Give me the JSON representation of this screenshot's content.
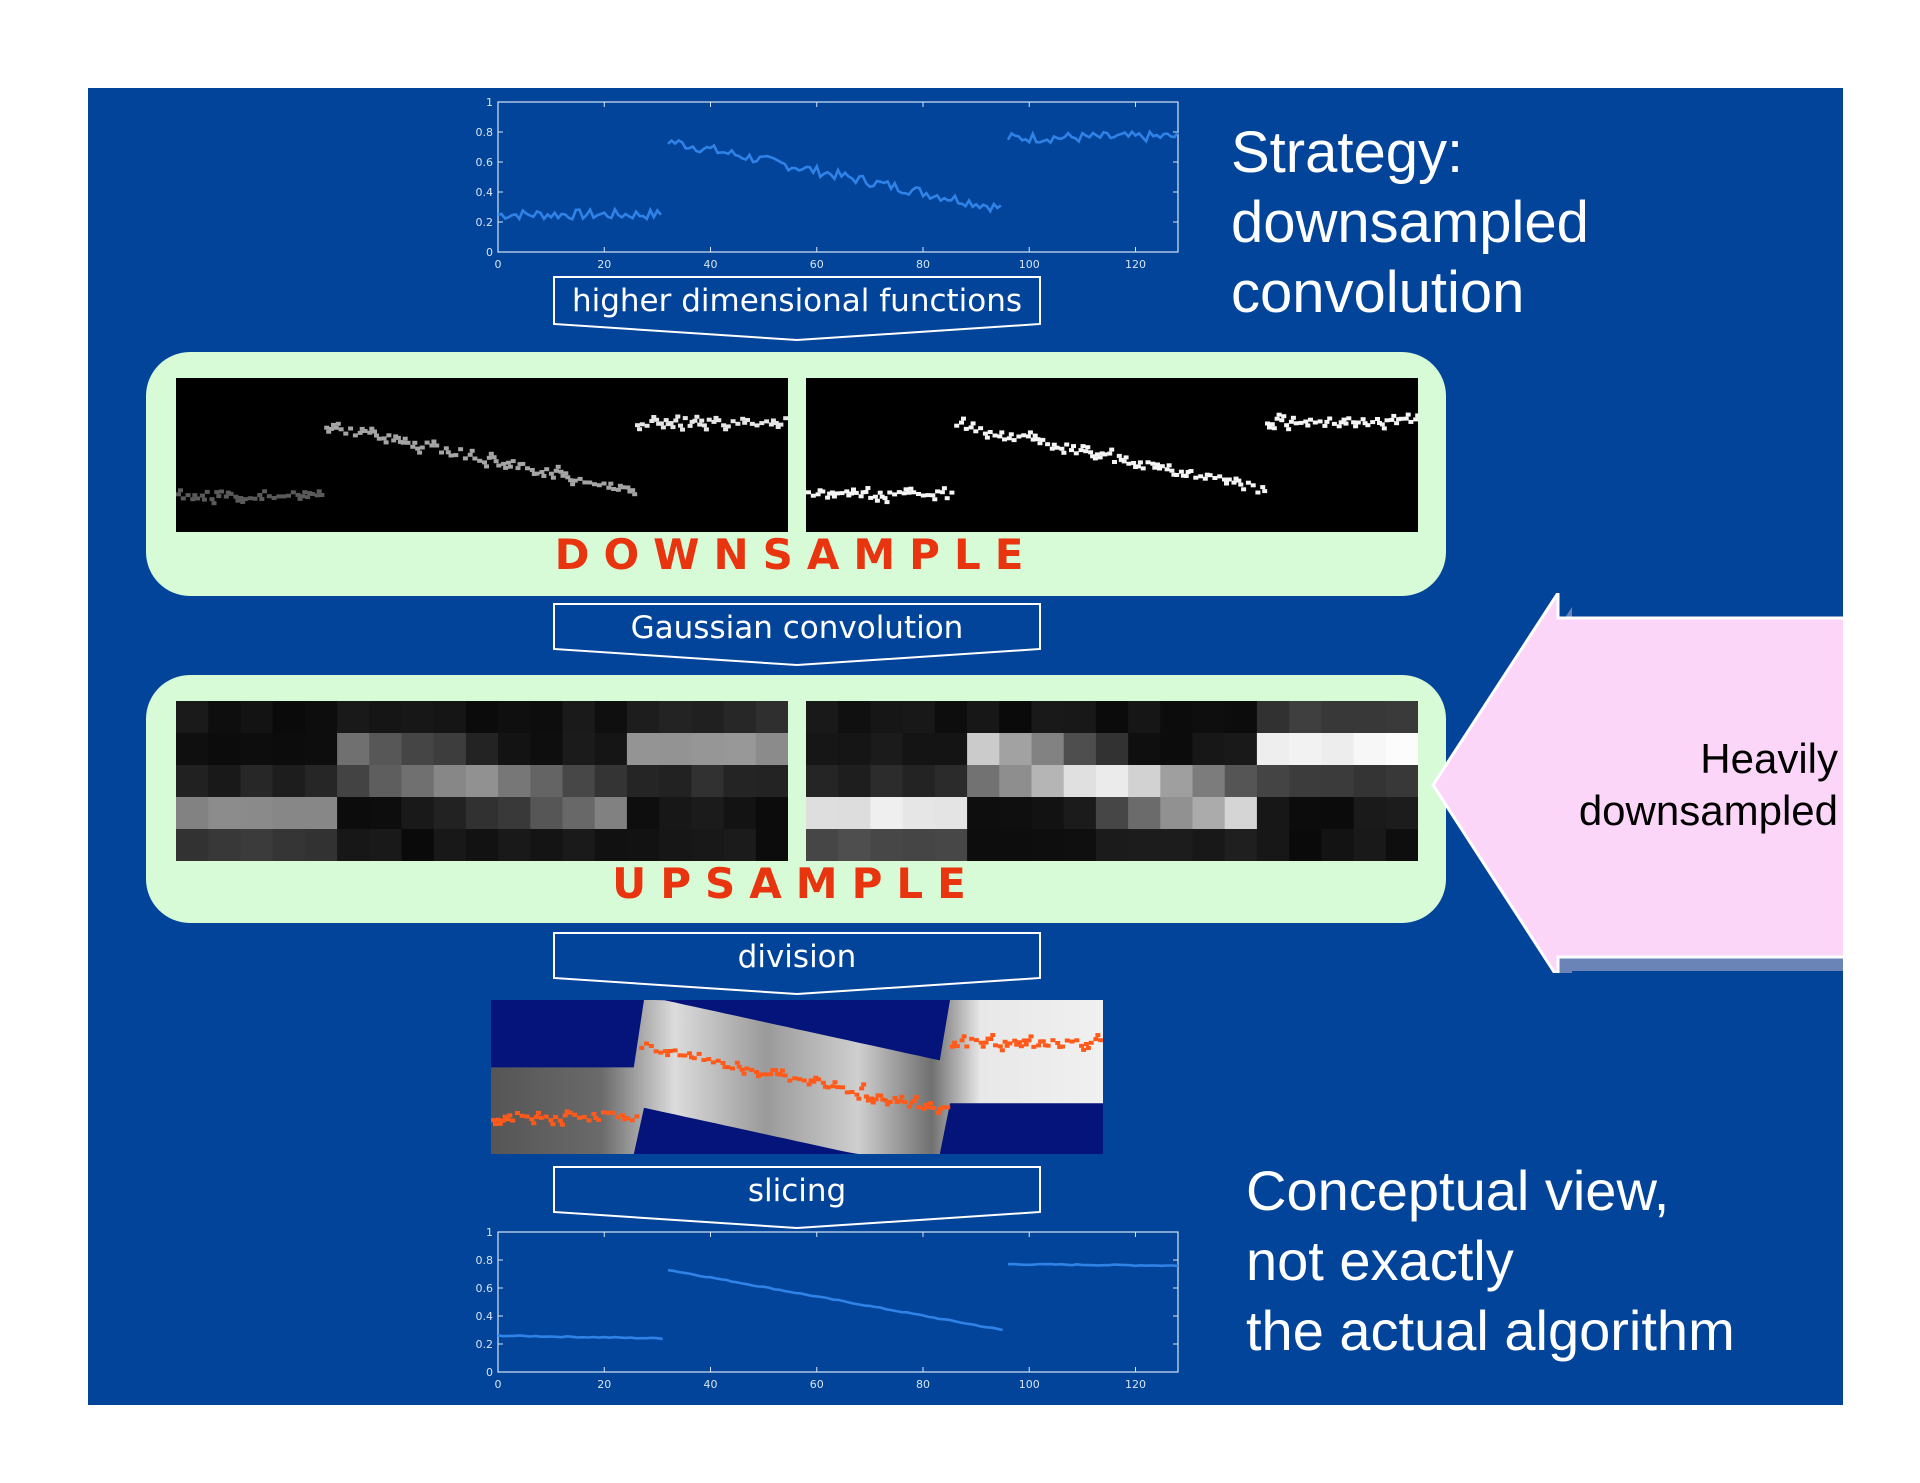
{
  "slide": {
    "heading_lines": [
      "Strategy:",
      "downsampled",
      "convolution"
    ],
    "footnote_lines": [
      "Conceptual view,",
      "not exactly",
      "the actual algorithm"
    ]
  },
  "steps": {
    "step1": "higher dimensional functions",
    "step2": "Gaussian convolution",
    "step3": "division",
    "step4": "slicing"
  },
  "panels": {
    "downsample_label": "DOWNSAMPLE",
    "upsample_label": "UPSAMPLE"
  },
  "callout": {
    "lines": [
      "Heavily",
      "downsampled"
    ]
  },
  "colors": {
    "slide_bg": "#03449b",
    "panel_bg": "#d6fbd6",
    "label_red": "#e8340f",
    "callout_pink": "#fcd6f8",
    "plot_line": "#2f82e6",
    "division_orange": "#ff5a1a"
  },
  "chart_data": [
    {
      "type": "line",
      "title": "",
      "xlabel": "",
      "ylabel": "",
      "xlim": [
        0,
        128
      ],
      "ylim": [
        0,
        1
      ],
      "xticks": [
        "0",
        "20",
        "40",
        "60",
        "80",
        "100",
        "120"
      ],
      "yticks": [
        "0",
        "0.2",
        "0.4",
        "0.6",
        "0.8",
        "1"
      ],
      "noisy": true,
      "series": [
        {
          "x": [
            0,
            31
          ],
          "y": [
            0.25,
            0.25
          ]
        },
        {
          "x": [
            32,
            95
          ],
          "y": [
            0.74,
            0.29
          ]
        },
        {
          "x": [
            96,
            128
          ],
          "y": [
            0.76,
            0.77
          ]
        }
      ]
    },
    {
      "type": "line",
      "title": "",
      "xlabel": "",
      "ylabel": "",
      "xlim": [
        0,
        128
      ],
      "ylim": [
        0,
        1
      ],
      "xticks": [
        "0",
        "20",
        "40",
        "60",
        "80",
        "100",
        "120"
      ],
      "yticks": [
        "0",
        "0.2",
        "0.4",
        "0.6",
        "0.8",
        "1"
      ],
      "noisy": false,
      "series": [
        {
          "x": [
            0,
            31
          ],
          "y": [
            0.26,
            0.24
          ]
        },
        {
          "x": [
            32,
            95
          ],
          "y": [
            0.73,
            0.3
          ]
        },
        {
          "x": [
            96,
            128
          ],
          "y": [
            0.77,
            0.76
          ]
        }
      ]
    }
  ]
}
